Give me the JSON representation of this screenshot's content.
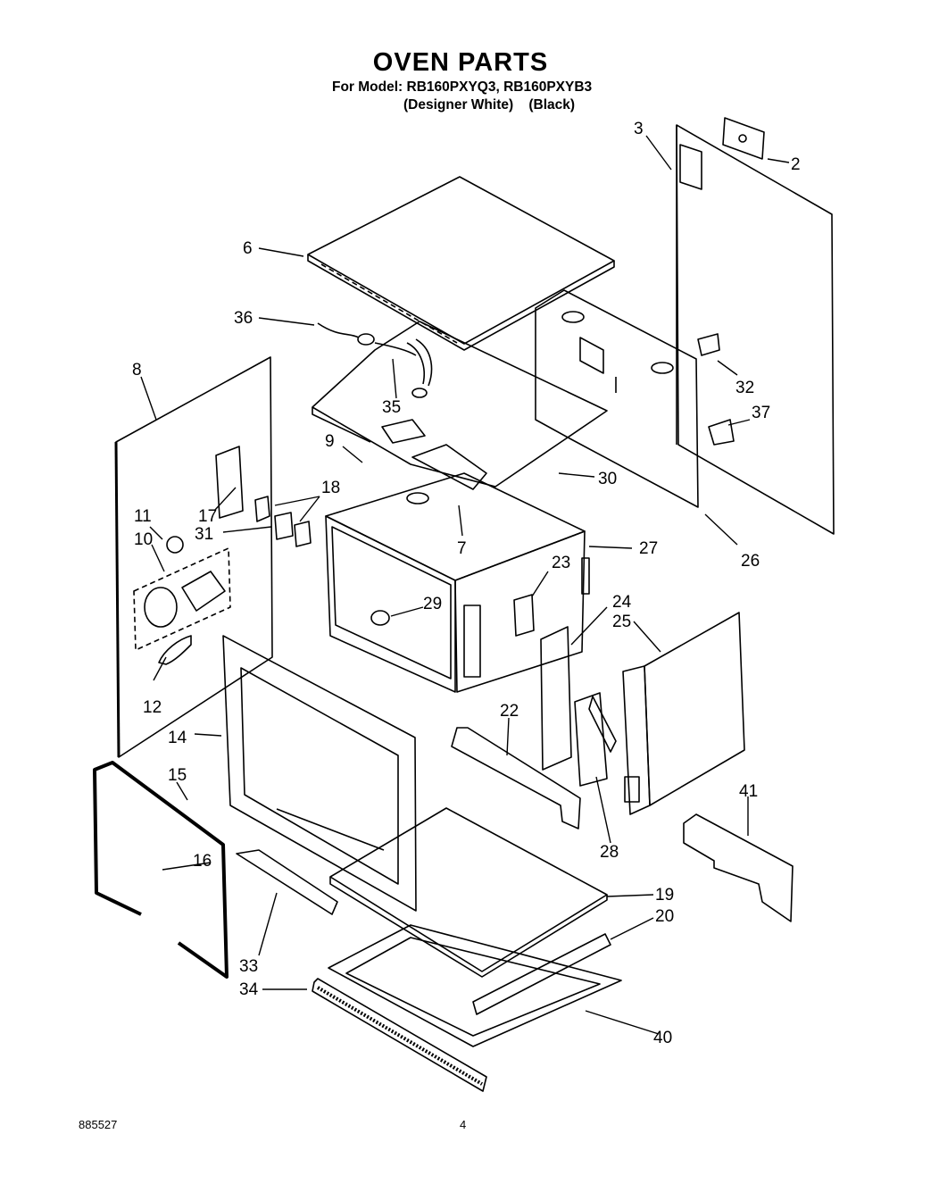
{
  "header": {
    "title": "OVEN PARTS",
    "model_line": "For Model: RB160PXYQ3, RB160PXYB3",
    "finish_line": "(Designer White)    (Black)"
  },
  "callouts": [
    "2",
    "3",
    "6",
    "36",
    "8",
    "35",
    "32",
    "37",
    "9",
    "30",
    "18",
    "17",
    "11",
    "31",
    "10",
    "7",
    "27",
    "26",
    "23",
    "29",
    "24",
    "25",
    "12",
    "22",
    "14",
    "15",
    "28",
    "41",
    "16",
    "19",
    "20",
    "33",
    "34",
    "40"
  ],
  "footer": {
    "doc_number": "885527",
    "page_number": "4"
  }
}
